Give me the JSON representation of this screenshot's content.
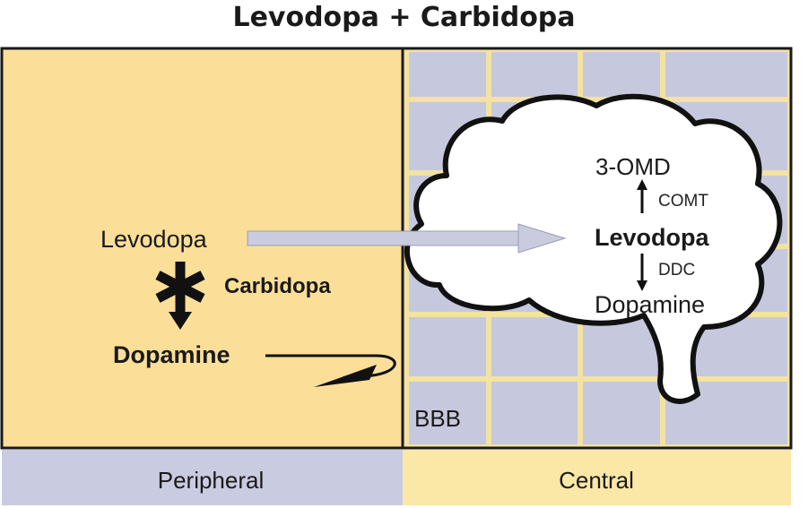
{
  "title": "Levodopa + Carbidopa",
  "peripheral": {
    "levodopa": "Levodopa",
    "carbidopa": "Carbidopa",
    "dopamine": "Dopamine"
  },
  "central": {
    "omd": "3-OMD",
    "comt": "COMT",
    "levodopa": "Levodopa",
    "ddc": "DDC",
    "dopamine": "Dopamine",
    "bbb": "BBB"
  },
  "footer": {
    "peripheral": "Peripheral",
    "central": "Central"
  },
  "colors": {
    "peripheral_bg": "#fbdf99",
    "central_grid": "#c6c8de",
    "footer_purple": "#c9cbe0",
    "footer_yellow": "#fbe7a6",
    "arrow": "#c9cbdf"
  }
}
